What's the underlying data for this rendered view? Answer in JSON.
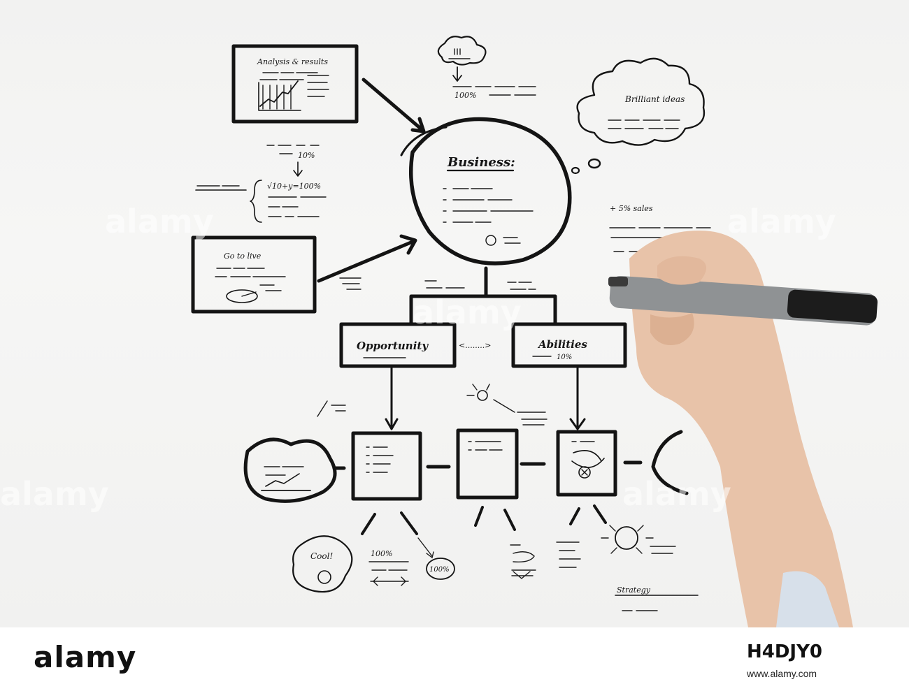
{
  "board": {
    "center_title": "Business:",
    "left_top_box_title": "Analysis & results",
    "left_bottom_box_title": "Go to live",
    "cloud_title": "Brilliant ideas",
    "left_box_label": "Opportunity",
    "right_box_label": "Abilities",
    "percent_right_box": "10%",
    "top_note_percent": "100%",
    "bubble_percent": "100%",
    "lower_left_percent": "100%",
    "arrow_label": "<........>",
    "bubble_text": "Cool!",
    "bottom_right_label": "Strategy",
    "equation_label": "√10+y=100%",
    "marker_note": "+ 5% sales"
  },
  "footer": {
    "logo": "alamy",
    "image_id": "H4DJY0",
    "url": "www.alamy.com"
  },
  "watermark_text": "alamy",
  "colors": {
    "ink": "#141414",
    "board": "#f4f4f3",
    "skin": "#e9c4ab",
    "marker_body": "#8f9294",
    "marker_cap": "#1b1b1b"
  }
}
